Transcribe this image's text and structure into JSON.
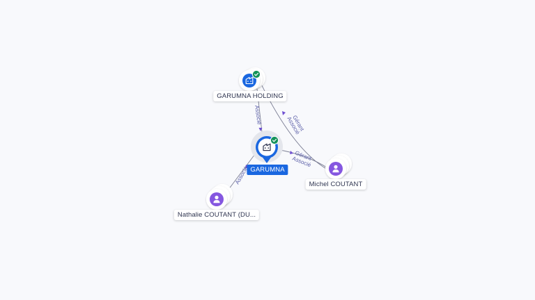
{
  "nodes": {
    "holding": {
      "label": "GARUMNA HOLDING",
      "verified": true
    },
    "main": {
      "label": "GARUMNA",
      "verified": true
    },
    "michel": {
      "label": "Michel COUTANT"
    },
    "nathalie": {
      "label": "Nathalie COUTANT (DU..."
    }
  },
  "edges": {
    "holding_main": {
      "label": "Associé"
    },
    "michel_holding": {
      "label1": "Gérant",
      "label2": "Associé"
    },
    "michel_main": {
      "label1": "Gérant",
      "label2": "Associé"
    },
    "nathalie_main": {
      "label": "Associé"
    }
  },
  "colors": {
    "company": "#1a67e0",
    "person": "#8557e0",
    "check": "#14925a",
    "edge": "#7c7f95",
    "edge_label": "#5b5fa8"
  },
  "icons": {
    "company": "building-icon",
    "person": "person-icon",
    "verified": "check-badge-icon"
  }
}
